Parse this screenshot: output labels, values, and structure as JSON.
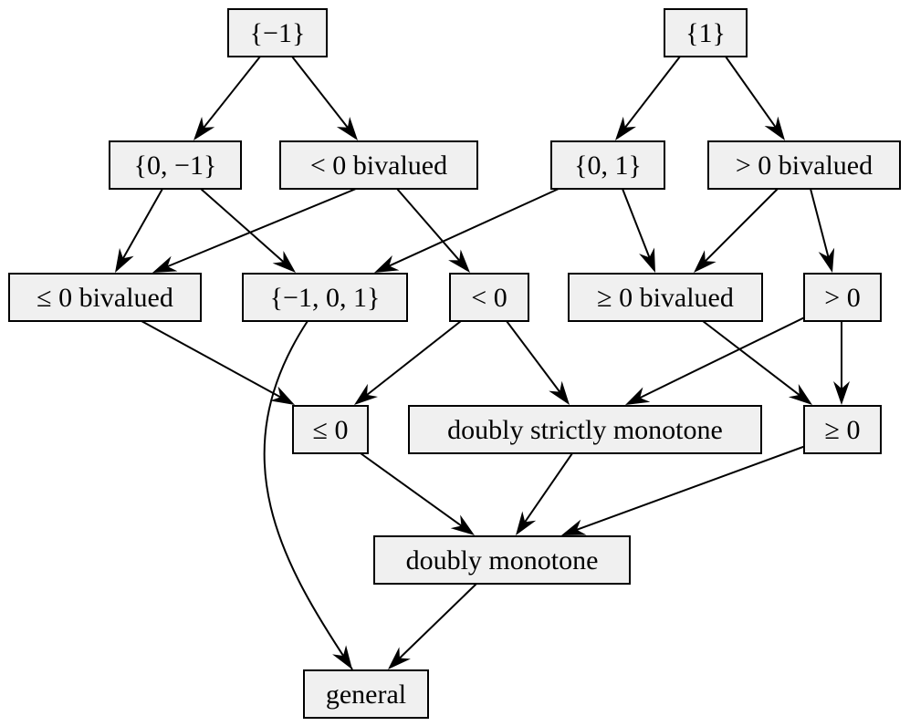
{
  "diagram": {
    "nodes": [
      {
        "id": "m1",
        "label": "{−1}"
      },
      {
        "id": "p1",
        "label": "{1}"
      },
      {
        "id": "z_m1",
        "label": "{0, −1}"
      },
      {
        "id": "lt0_biv",
        "label": "< 0 bivalued"
      },
      {
        "id": "z_p1",
        "label": "{0, 1}"
      },
      {
        "id": "gt0_biv",
        "label": "> 0 bivalued"
      },
      {
        "id": "le0_biv",
        "label": "≤ 0 bivalued"
      },
      {
        "id": "m1_0_1",
        "label": "{−1, 0, 1}"
      },
      {
        "id": "lt0",
        "label": "< 0"
      },
      {
        "id": "ge0_biv",
        "label": "≥ 0 bivalued"
      },
      {
        "id": "gt0",
        "label": "> 0"
      },
      {
        "id": "le0",
        "label": "≤ 0"
      },
      {
        "id": "dsm",
        "label": "doubly strictly monotone"
      },
      {
        "id": "ge0",
        "label": "≥ 0"
      },
      {
        "id": "dm",
        "label": "doubly monotone"
      },
      {
        "id": "general",
        "label": "general"
      }
    ],
    "edges": [
      {
        "from": "m1",
        "to": "z_m1"
      },
      {
        "from": "m1",
        "to": "lt0_biv"
      },
      {
        "from": "p1",
        "to": "z_p1"
      },
      {
        "from": "p1",
        "to": "gt0_biv"
      },
      {
        "from": "z_m1",
        "to": "le0_biv"
      },
      {
        "from": "z_m1",
        "to": "m1_0_1"
      },
      {
        "from": "lt0_biv",
        "to": "le0_biv"
      },
      {
        "from": "lt0_biv",
        "to": "lt0"
      },
      {
        "from": "z_p1",
        "to": "m1_0_1"
      },
      {
        "from": "z_p1",
        "to": "ge0_biv"
      },
      {
        "from": "gt0_biv",
        "to": "ge0_biv"
      },
      {
        "from": "gt0_biv",
        "to": "gt0"
      },
      {
        "from": "le0_biv",
        "to": "le0"
      },
      {
        "from": "m1_0_1",
        "to": "general"
      },
      {
        "from": "lt0",
        "to": "le0"
      },
      {
        "from": "lt0",
        "to": "dsm"
      },
      {
        "from": "ge0_biv",
        "to": "ge0"
      },
      {
        "from": "gt0",
        "to": "dsm"
      },
      {
        "from": "gt0",
        "to": "ge0"
      },
      {
        "from": "le0",
        "to": "dm"
      },
      {
        "from": "dsm",
        "to": "dm"
      },
      {
        "from": "ge0",
        "to": "dm"
      },
      {
        "from": "dm",
        "to": "general"
      }
    ],
    "colors": {
      "node_fill": "#f0f0f0",
      "stroke": "#000000",
      "background": "#ffffff"
    }
  }
}
